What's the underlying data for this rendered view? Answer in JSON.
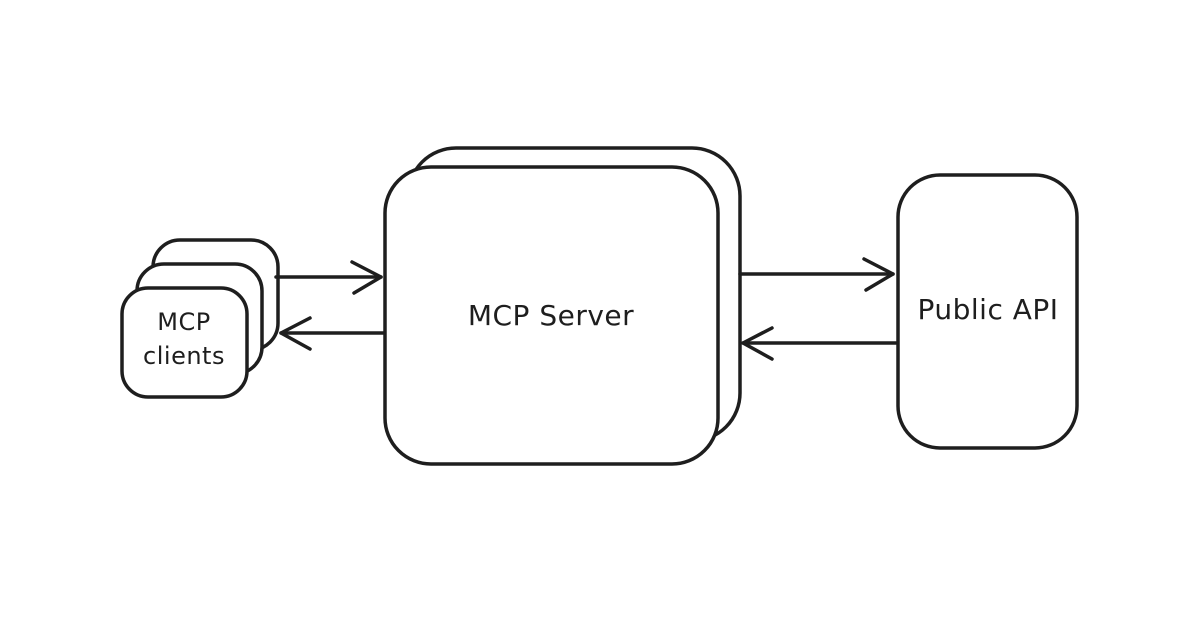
{
  "colors": {
    "background": "#ffffff",
    "stroke": "#1e1e1e",
    "fill": "#ffffff"
  },
  "nodes": {
    "clients": {
      "lines": [
        "MCP",
        "clients"
      ],
      "stack_count": 3
    },
    "server": {
      "label": "MCP Server",
      "stack_count": 2
    },
    "api": {
      "label": "Public API"
    }
  },
  "edges": [
    {
      "name": "clients-to-server",
      "from": "clients",
      "to": "server",
      "direction": "right"
    },
    {
      "name": "server-to-clients",
      "from": "server",
      "to": "clients",
      "direction": "left"
    },
    {
      "name": "server-to-api",
      "from": "server",
      "to": "api",
      "direction": "right"
    },
    {
      "name": "api-to-server",
      "from": "api",
      "to": "server",
      "direction": "left"
    }
  ]
}
